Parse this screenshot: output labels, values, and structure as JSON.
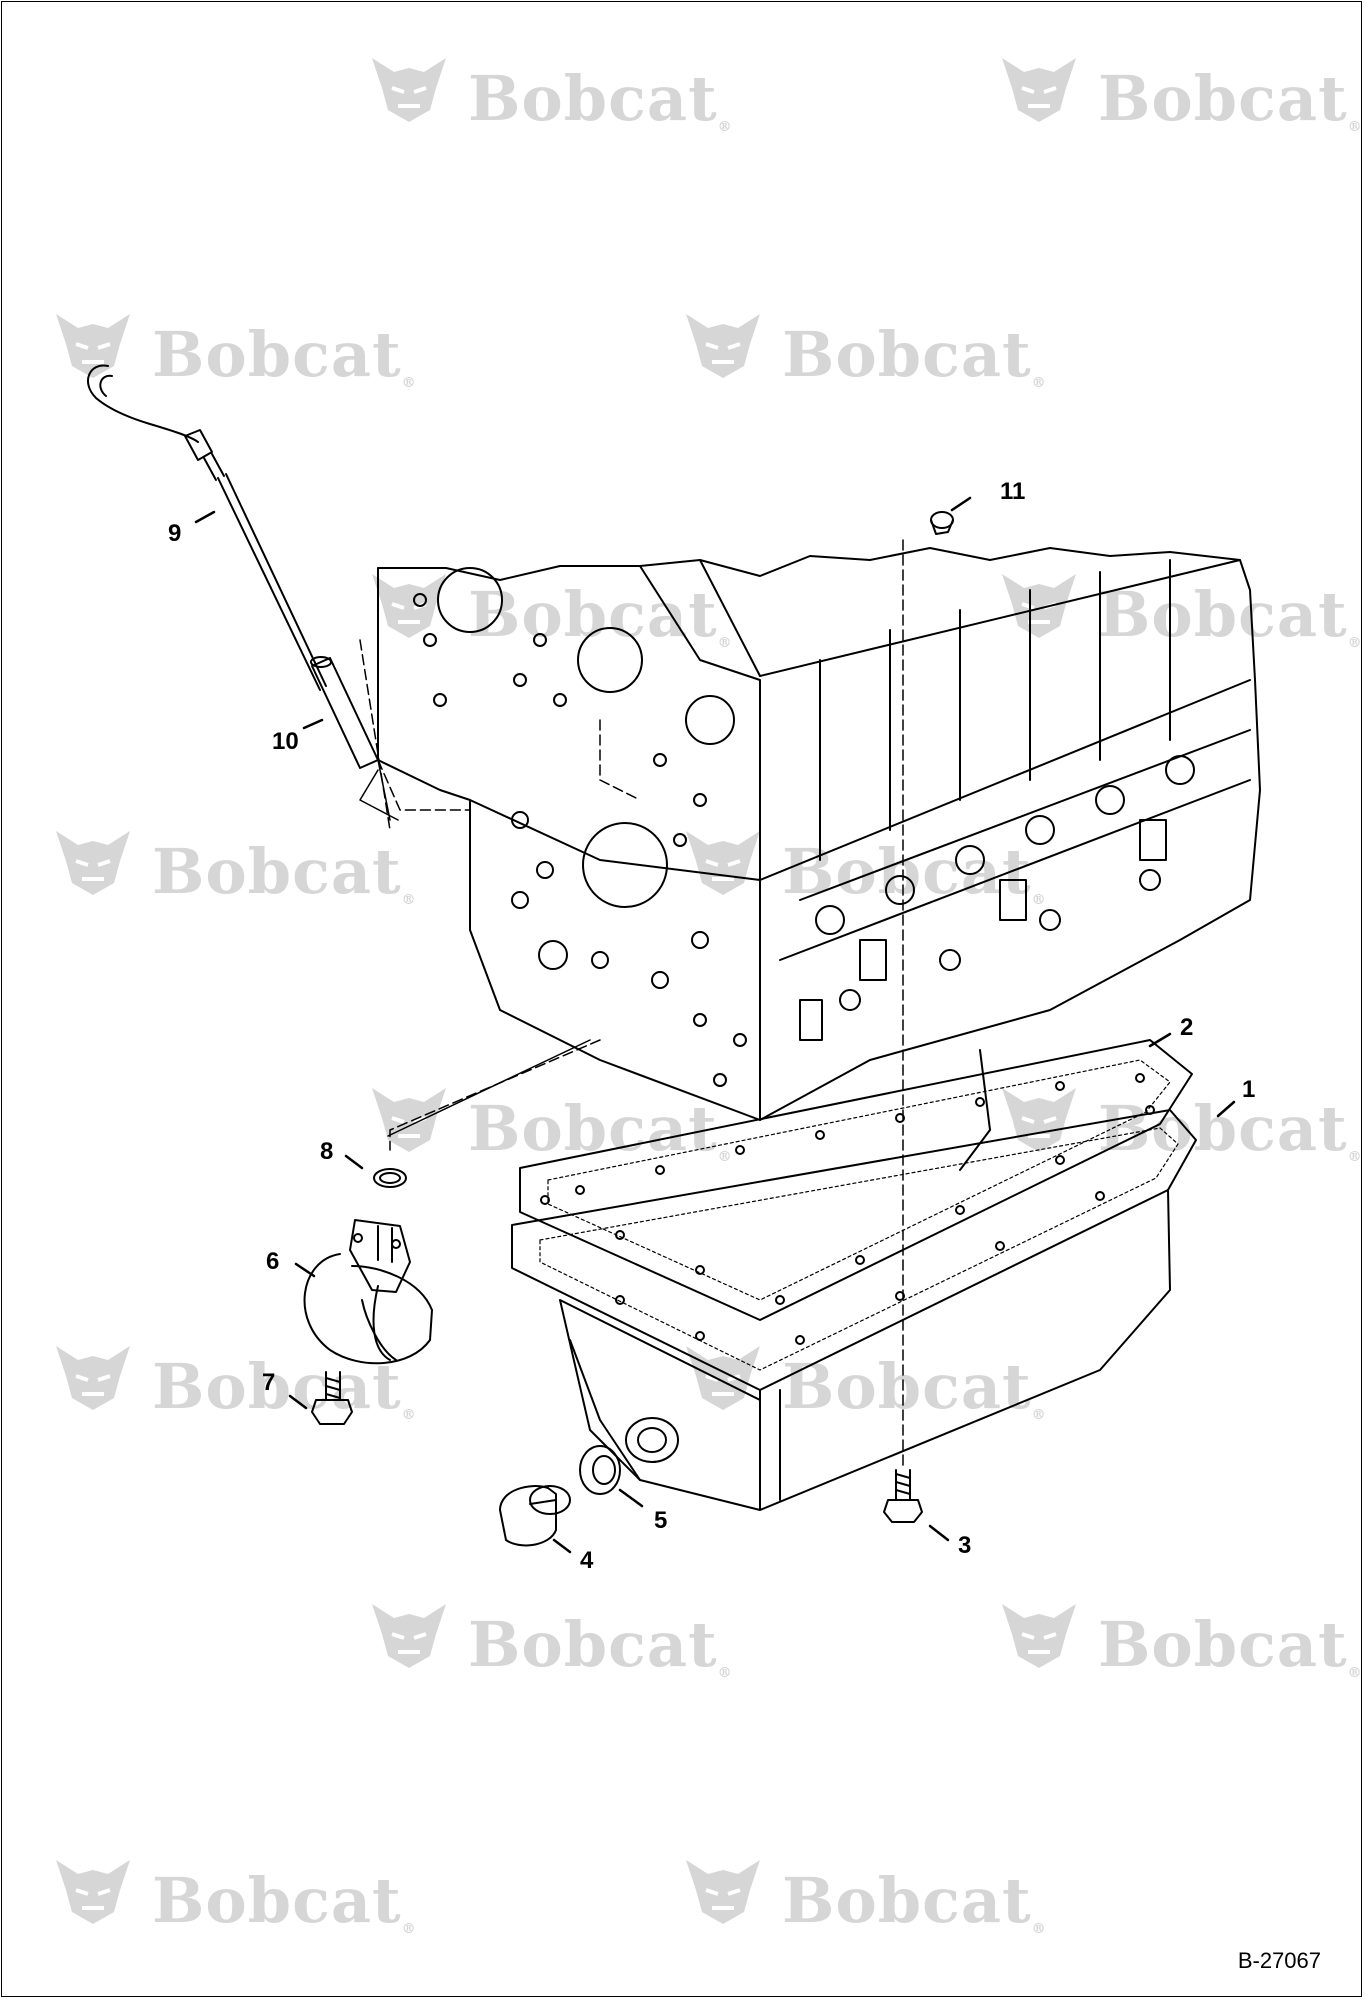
{
  "figure": {
    "document_number": "B-27067",
    "watermark_text": "Bobcat",
    "watermark_mark": "®",
    "line_color": "#000000",
    "watermark_color": "#d6d6d6"
  },
  "callouts": [
    {
      "id": "1",
      "label": "1"
    },
    {
      "id": "2",
      "label": "2"
    },
    {
      "id": "3",
      "label": "3"
    },
    {
      "id": "4",
      "label": "4"
    },
    {
      "id": "5",
      "label": "5"
    },
    {
      "id": "6",
      "label": "6"
    },
    {
      "id": "7",
      "label": "7"
    },
    {
      "id": "8",
      "label": "8"
    },
    {
      "id": "9",
      "label": "9"
    },
    {
      "id": "10",
      "label": "10"
    },
    {
      "id": "11",
      "label": "11"
    }
  ]
}
